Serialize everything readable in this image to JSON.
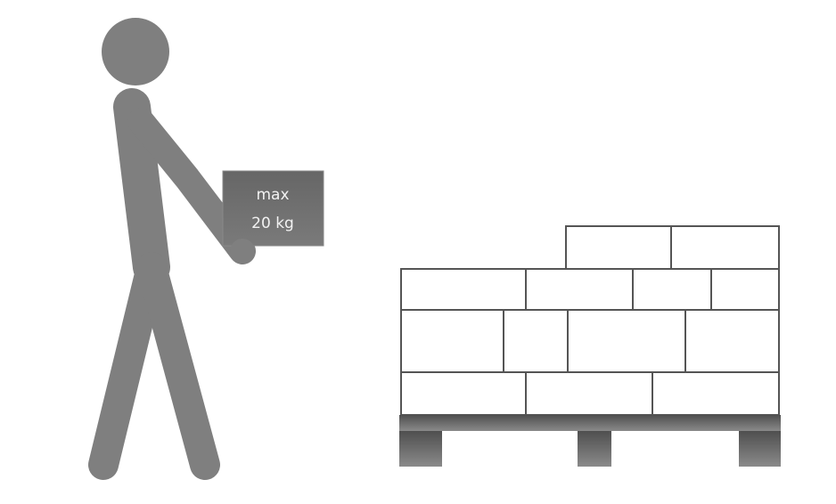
{
  "figure": {
    "box_label": {
      "line1": "max",
      "line2": "20 kg"
    },
    "colors": {
      "figure": "#7f7f7f",
      "box": "#6f6f6f",
      "box_text": "#f2f2f2",
      "pallet_outline": "#595959",
      "pallet_base": "#5a5a5a",
      "background": "#ffffff"
    },
    "pallet_rows": [
      {
        "row": "top",
        "count": 2
      },
      {
        "row": "upper-middle",
        "count": 4
      },
      {
        "row": "lower-middle",
        "count": 4
      },
      {
        "row": "bottom",
        "count": 3
      }
    ]
  }
}
